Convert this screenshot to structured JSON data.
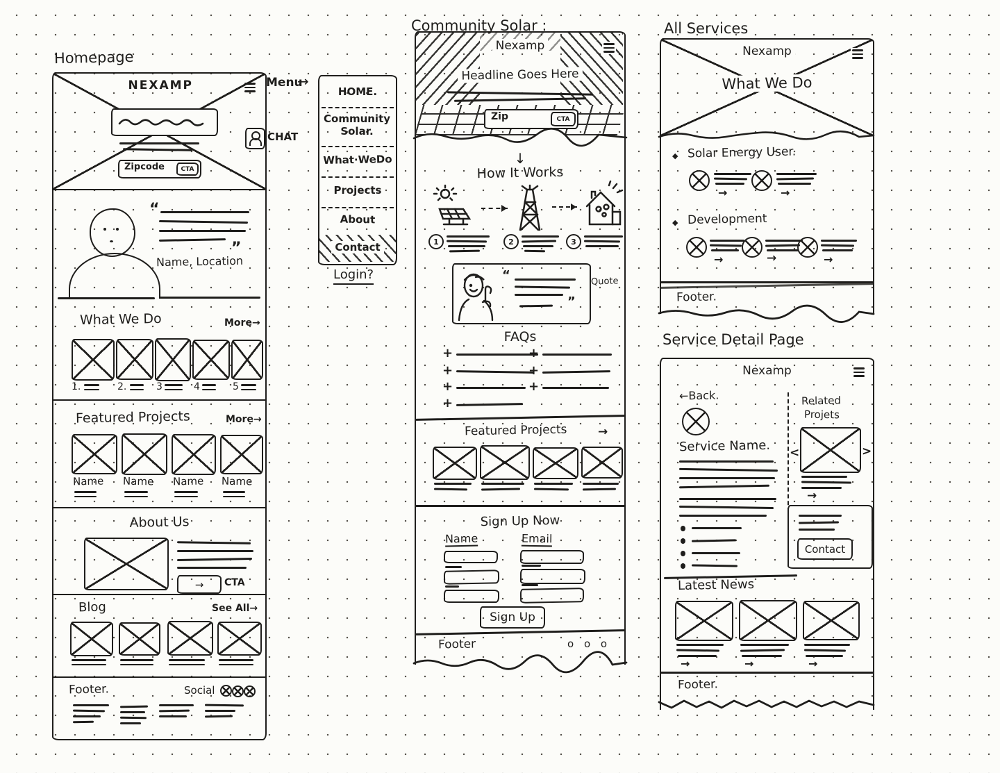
{
  "homepage": {
    "label": "Homepage",
    "brand": "NEXAMP",
    "menu_label": "Menu",
    "menu_arrow": "→",
    "chat_label": "CHAT",
    "zip_placeholder": "Zipcode",
    "zip_cta": "CTA",
    "testimonial": {
      "quote_open": "“",
      "quote_close": "”",
      "attribution": "Name, Location"
    },
    "what_we_do": {
      "title": "What We Do",
      "more": "More→",
      "numbers": [
        "1.",
        "2.",
        "3",
        "4",
        "5"
      ]
    },
    "featured_projects": {
      "title": "Featured Projects",
      "more": "More→",
      "names": [
        "Name",
        "Name",
        "Name",
        "Name"
      ]
    },
    "about": {
      "title": "About Us",
      "cta_arrow": "→",
      "cta": "CTA"
    },
    "blog": {
      "title": "Blog",
      "see_all": "See All→"
    },
    "footer": {
      "label": "Footer.",
      "social_label": "Social"
    }
  },
  "menu": {
    "items": [
      "HOME.",
      "Community Solar.",
      "What·WeDo",
      "Projects",
      "About",
      "Contact"
    ],
    "login": "Login?"
  },
  "community_solar": {
    "label": "Community Solar :",
    "brand": "Nexamp",
    "headline": "Headline Goes Here",
    "zip_placeholder": "Zip",
    "zip_cta": "CTA",
    "scroll_arrow": "↓",
    "how_it_works": {
      "title": "How It Works",
      "steps": [
        "1",
        "2",
        "3"
      ]
    },
    "quote_label": "Quote",
    "quote_open": "“",
    "quote_close": "”",
    "faqs": {
      "title": "FAQs",
      "plus": "+"
    },
    "featured_projects": {
      "title": "Featured Projects",
      "arrow": "→"
    },
    "signup": {
      "title": "Sign Up Now",
      "name_label": "Name",
      "email_label": "Email",
      "button": "Sign Up"
    },
    "footer": {
      "label": "Footer",
      "social": "o o o"
    }
  },
  "all_services": {
    "label": "All Services",
    "brand": "Nexamp",
    "hero_title": "What We Do",
    "bullet": "◆",
    "section1": "Solar Energy User.",
    "section2": "Development",
    "item_arrow": "→",
    "footer": "Footer."
  },
  "service_detail": {
    "label": "Service Detail Page",
    "brand": "Nexamp",
    "back": "←Back.",
    "service_name": "Service Name.",
    "related_line1": "Related",
    "related_line2": "Projets",
    "carousel_prev": "<",
    "carousel_next": ">",
    "carousel_more": "→",
    "contact_button": "Contact",
    "news_title": "Latest News",
    "news_arrow": "→",
    "footer": "Footer."
  }
}
